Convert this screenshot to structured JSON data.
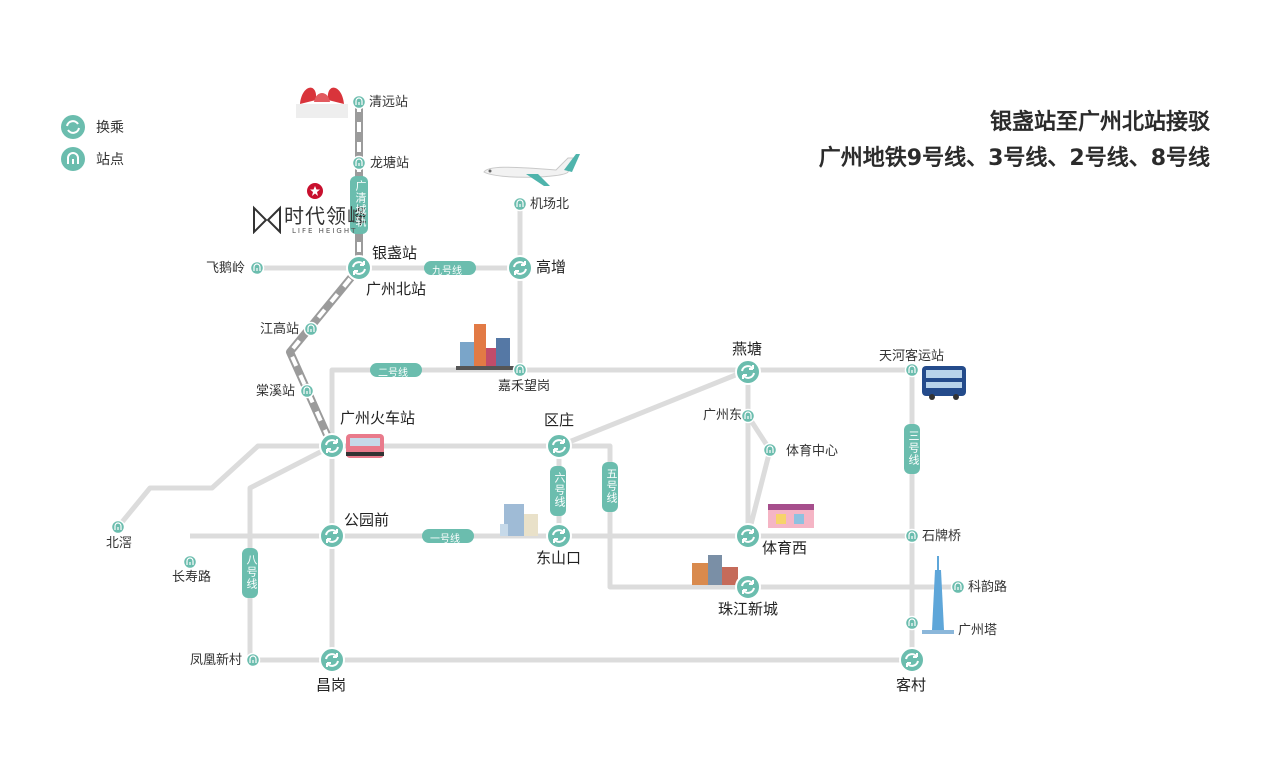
{
  "title": {
    "line1": "银盏站至广州北站接驳",
    "line2": "广州地铁9号线、3号线、2号线、8号线"
  },
  "legend": {
    "transfer": "换乘",
    "station": "站点"
  },
  "colors": {
    "accent": "#6bbdae",
    "track": "#dcdcdc",
    "intercity_track": "#999999",
    "brand_star": "#c8102e"
  },
  "brand": {
    "name": "时代领峰",
    "subtitle": "LIFE HEIGHT",
    "icon": "star-icon"
  },
  "line_labels": {
    "guangqing": "广清城轨",
    "line9": "九号线",
    "line2": "二号线",
    "line1": "一号线",
    "line6": "六号线",
    "line5": "五号线",
    "line3": "三号线",
    "line8": "八号线"
  },
  "stations": {
    "qingyuan": "清远站",
    "longtang": "龙塘站",
    "jichangbei": "机场北",
    "yinzhan": "银盏站",
    "gaozeng": "高增",
    "feieling": "飞鹅岭",
    "guangzhoubei": "广州北站",
    "jianggao": "江高站",
    "jiahewanggang": "嘉禾望岗",
    "yantang": "燕塘",
    "tianhekeyun": "天河客运站",
    "tangxi": "棠溪站",
    "guangzhouhuoche": "广州火车站",
    "quzhuang": "区庄",
    "guangzhoudong": "广州东",
    "tiyuzhongxin": "体育中心",
    "beijiao": "北滘",
    "gongyuanqian": "公园前",
    "dongshankou": "东山口",
    "tiyuxi": "体育西",
    "shipaiqiao": "石牌桥",
    "changshoulu": "长寿路",
    "zhujiangxincheng": "珠江新城",
    "keyunlu": "科韵路",
    "guangzhouta": "广州塔",
    "fenghuangxincun": "凤凰新村",
    "changgang": "昌岗",
    "kecun": "客村"
  },
  "icons": [
    "airplane-icon",
    "bus-icon",
    "train-icon",
    "canton-tower-icon",
    "building-icon",
    "gate-logo-icon"
  ]
}
